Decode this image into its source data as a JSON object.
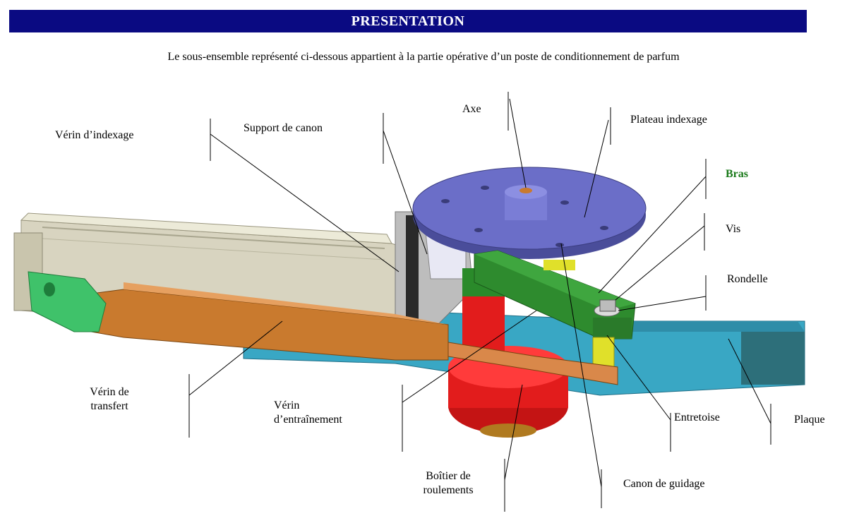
{
  "header": {
    "title": "PRESENTATION"
  },
  "intro": "Le sous-ensemble représenté ci-dessous appartient à la partie opérative d’un poste de conditionnement de parfum",
  "labels": {
    "verin_indexage": "Vérin d’indexage",
    "support_canon": "Support de canon",
    "axe": "Axe",
    "plateau_indexage": "Plateau indexage",
    "bras": "Bras",
    "vis": "Vis",
    "rondelle": "Rondelle",
    "verin_transfert_1": "Vérin de",
    "verin_transfert_2": "transfert",
    "verin_entrainement_1": "Vérin",
    "verin_entrainement_2": "d’entraînement",
    "entretoise": "Entretoise",
    "plaque": "Plaque",
    "boitier_1": "Boîtier de",
    "boitier_2": "roulements",
    "canon_guidage": "Canon de guidage"
  },
  "colors": {
    "banner": "#0a0a82",
    "bras_label": "#1a7a1a",
    "plaque": "#39a7c4",
    "verin_body": "#d8d4c0",
    "rod": "#c97a2e",
    "plateau": "#6b6ec8",
    "boitier": "#e21c1c",
    "bras": "#2e8b2e"
  }
}
